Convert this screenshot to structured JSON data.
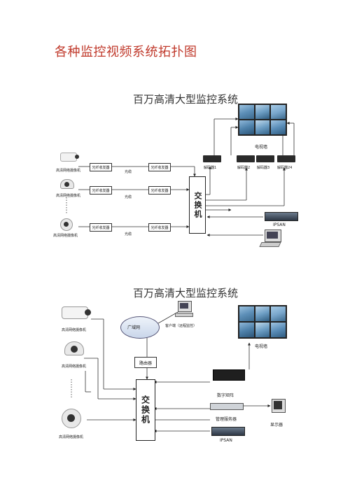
{
  "page_title": "各种监控视频系统拓扑图",
  "diagram1": {
    "title": "百万高清大型监控系统",
    "video_wall_label": "电视墙",
    "decoders": [
      "解码器1",
      "解码器2",
      "解码器3",
      "解码器24"
    ],
    "cameras": [
      "高清网络摄像机",
      "高清网络摄像机",
      "高清网络摄像机"
    ],
    "transceiver_label": "光纤收发器",
    "fiber_label": "光缆",
    "switch_label": "交换机",
    "ipsan_label": "IPSAN"
  },
  "diagram2": {
    "title": "百万高清大型监控系统",
    "wan_label": "广域网",
    "client_label": "客户端（远程监控）",
    "router_label": "路由器",
    "video_wall_label": "电视墙",
    "cameras": [
      "高清网络摄像机",
      "高清网络摄像机",
      "高清网络摄像机"
    ],
    "switch_label": "交换机",
    "matrix_label": "数字矩阵",
    "server_label": "管理服务器",
    "display_label": "显示器",
    "ipsan_label": "IPSAN"
  }
}
